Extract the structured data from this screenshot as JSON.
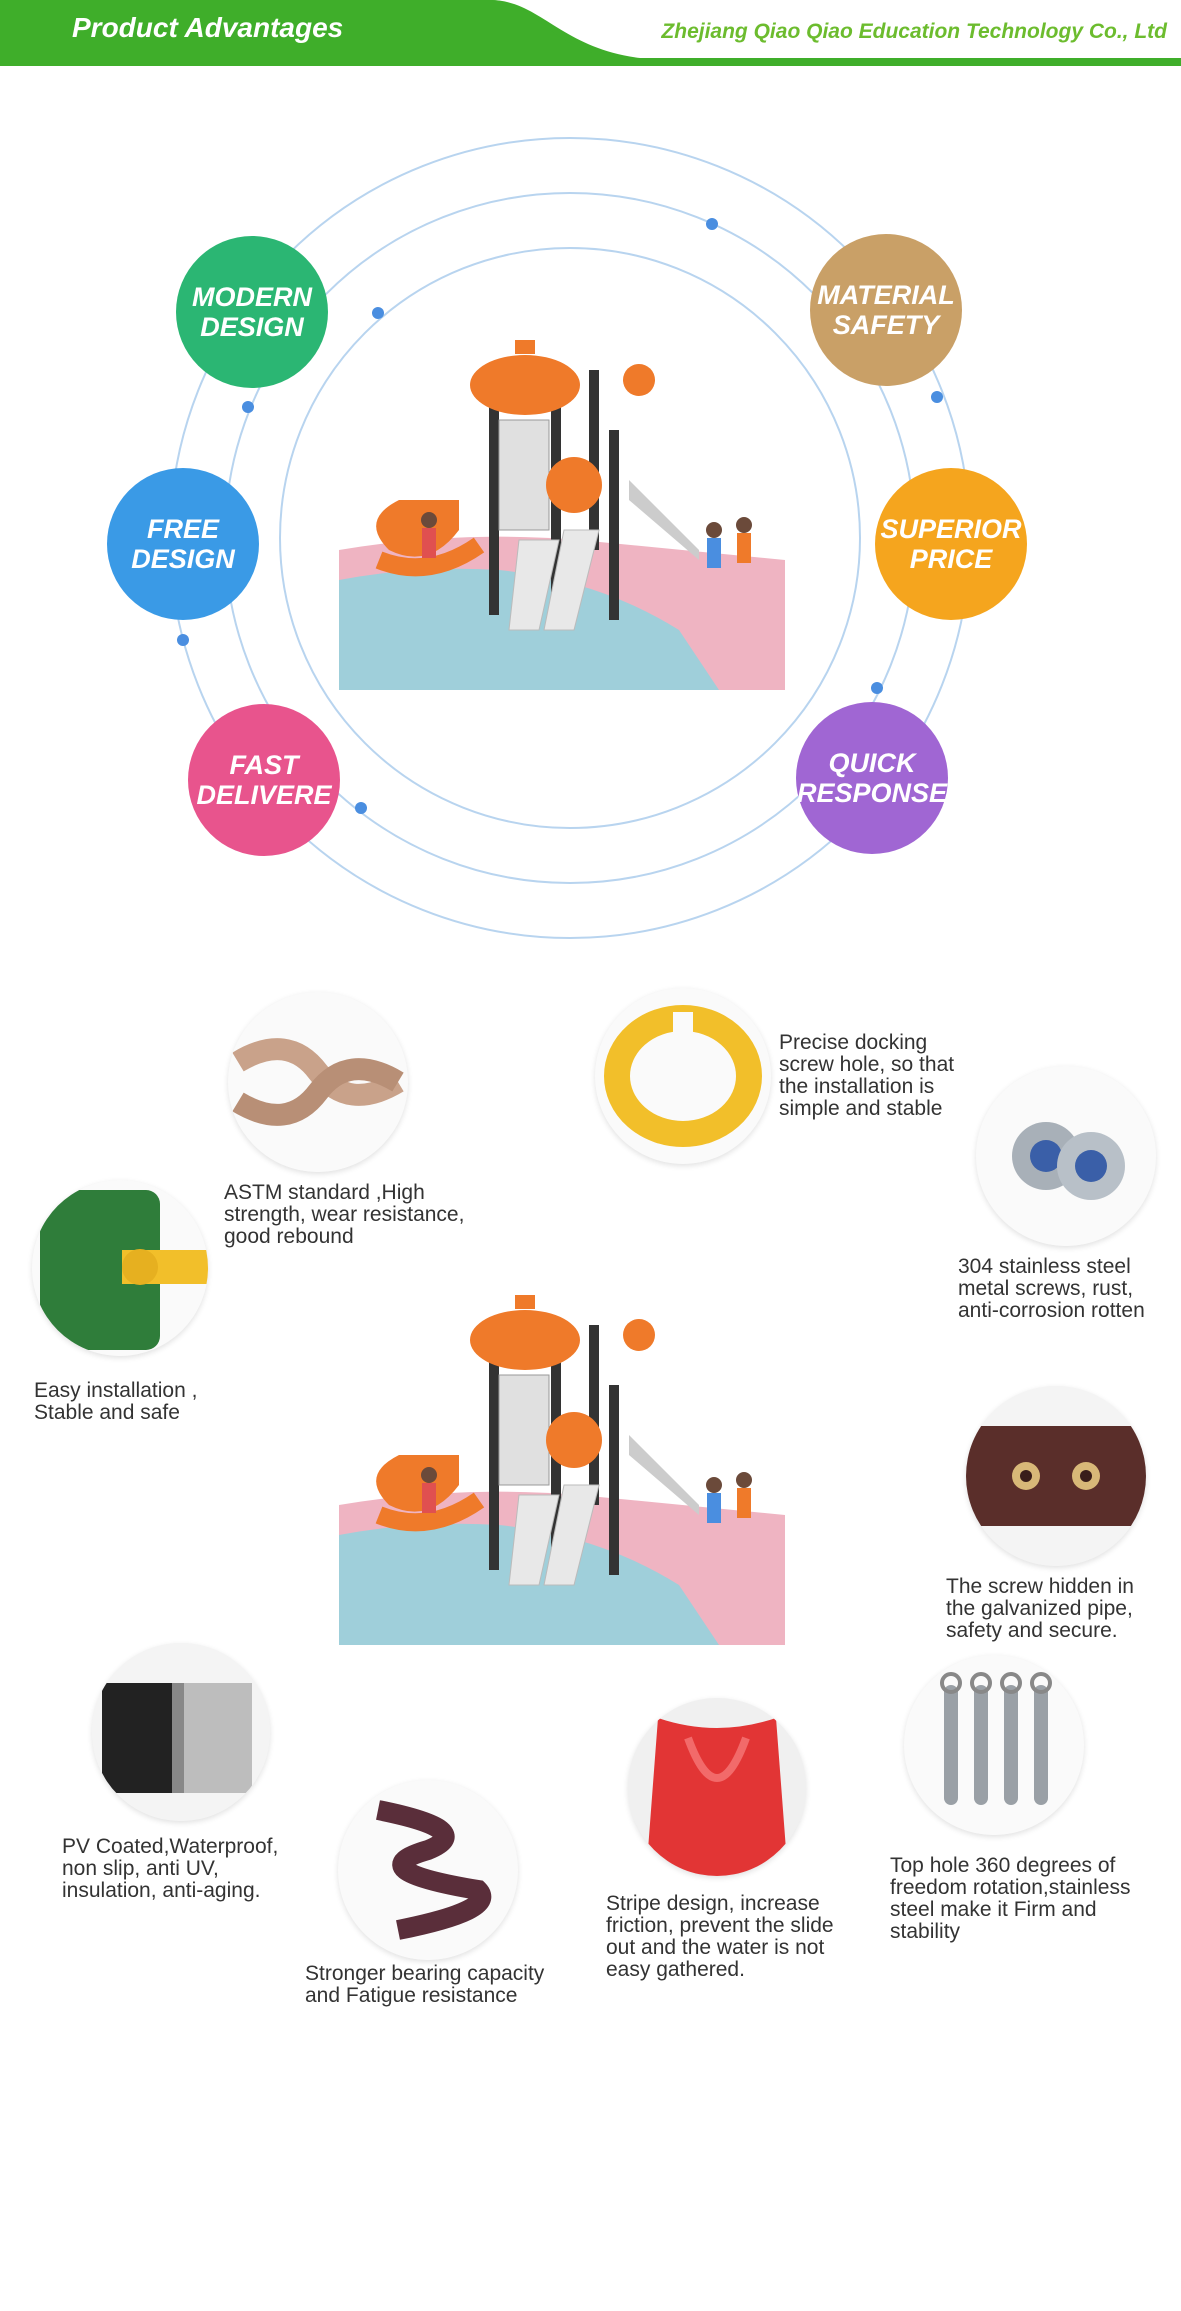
{
  "header": {
    "title": "Product Advantages",
    "company": "Zhejiang Qiao Qiao Education Technology Co., Ltd"
  },
  "advantages": {
    "modern_design": "MODERN\nDESIGN",
    "material_safety": "MATERIAL\nSAFETY",
    "free_design": "FREE\nDESIGN",
    "superior_price": "SUPERIOR\nPRICE",
    "fast_delivere": "FAST\nDELIVERE",
    "quick_response": "QUICK\nRESPONSE"
  },
  "colors": {
    "header_green": "#3fae2a",
    "modern": "#2bb673",
    "material": "#c9a067",
    "free": "#3a9ae6",
    "superior": "#f5a51e",
    "fast": "#e8548d",
    "quick": "#a066d3",
    "ring": "#b8d4ef"
  },
  "features": {
    "rope": "ASTM standard ,High\nstrength, wear resistance,\ngood rebound",
    "clamp": "Precise docking\nscrew hole, so that\nthe installation is\nsimple and stable",
    "nut": "304 stainless steel\nmetal screws, rust,\nanti-corrosion rotten",
    "panel": "Easy installation ,\nStable and safe",
    "pipe": "The screw hidden in\nthe galvanized pipe,\nsafety and secure.",
    "pvc": "PV Coated,Waterproof,\nnon slip, anti UV,\ninsulation, anti-aging.",
    "spring": "Stronger bearing capacity\nand Fatigue resistance",
    "slide": "Stripe design, increase\nfriction, prevent the slide\nout and the water is not\neasy gathered.",
    "chain": "Top hole 360 degrees of\nfreedom rotation,stainless\nsteel make it Firm and\nstability"
  }
}
